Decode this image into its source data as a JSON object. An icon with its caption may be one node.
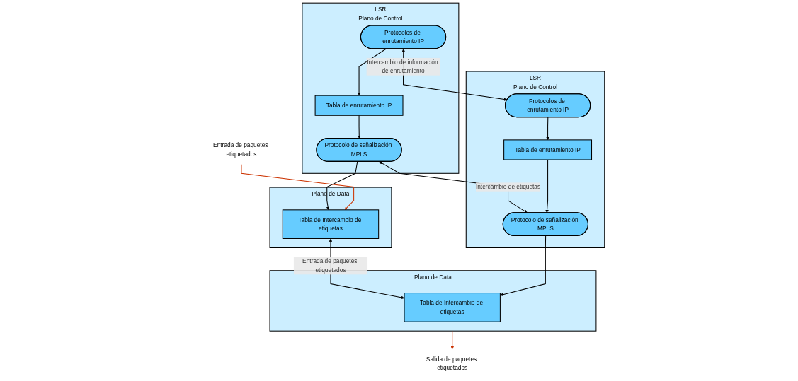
{
  "diagram": {
    "nodes": [
      {
        "text": [
          "LSR",
          "Plano de Control"
        ]
      },
      {
        "text": [
          "Protocolos de enrutamiento IP"
        ],
        "in": 0
      },
      {
        "text": [
          "Tabla de enrutamiento IP"
        ],
        "in": 0
      },
      {
        "text": [
          "Protocolo de señalización MPLS"
        ],
        "in": 0
      },
      {
        "text": [
          "Plano de Data"
        ]
      },
      {
        "text": [
          "Tabla de Intercambio de etiquetas"
        ],
        "in": 4
      },
      {
        "text": [
          "LSR",
          "Plano de Control"
        ]
      },
      {
        "text": [
          "Protocolos de enrutamiento IP"
        ],
        "in": 6
      },
      {
        "text": [
          "Tabla de enrutamiento IP"
        ],
        "in": 6
      },
      {
        "text": [
          "Protocolo de señalización MPLS"
        ],
        "in": 6
      },
      {
        "text": [
          "Plano de Data"
        ]
      },
      {
        "text": [
          "Tabla de Intercambio de etiquetas"
        ],
        "in": 10
      },
      {
        "text": [
          "Entrada de paquetes etiquetados"
        ]
      },
      {
        "text": [
          "Salida de paquetes etiquetados"
        ]
      }
    ],
    "edges": [
      {
        "from": 1,
        "to": 2,
        "arrow": "to"
      },
      {
        "from": 2,
        "to": 3,
        "arrow": "to"
      },
      {
        "from": 3,
        "to": 5,
        "arrow": "to"
      },
      {
        "from": 1,
        "to": 7,
        "arrow": "both",
        "label": "Intercambio de información de enrutamiento"
      },
      {
        "from": 3,
        "to": 9,
        "arrow": "both",
        "label": "Intercambio de etiquetas"
      },
      {
        "from": 5,
        "to": 11,
        "arrow": "both",
        "label": "Entrada de paquetes etiquetados"
      },
      {
        "from": 7,
        "to": 8,
        "arrow": "to"
      },
      {
        "from": 8,
        "to": 9,
        "arrow": "to"
      },
      {
        "from": 9,
        "to": 11,
        "arrow": "to"
      },
      {
        "from": 12,
        "to": 5,
        "arrow": "to",
        "color": "#cc3300"
      },
      {
        "from": 10,
        "to": 13,
        "arrow": "to",
        "color": "#cc3300"
      }
    ]
  }
}
